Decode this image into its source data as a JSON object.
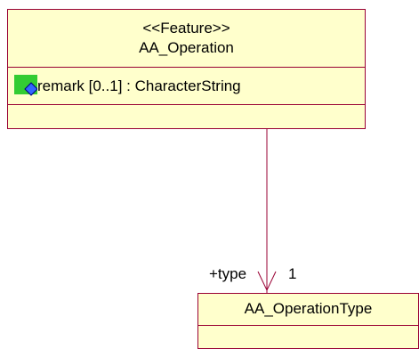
{
  "diagram": {
    "classes": [
      {
        "id": "feature",
        "stereotype": "<<Feature>>",
        "name": "AA_Operation",
        "attributes": [
          {
            "text": "remark [0..1] : CharacterString",
            "icon": "attribute-icon"
          }
        ]
      },
      {
        "id": "type",
        "name": "AA_OperationType",
        "attributes": []
      }
    ],
    "association": {
      "role": "+type",
      "multiplicity": "1",
      "from": "AA_Operation",
      "to": "AA_OperationType",
      "navigable_arrow": true
    },
    "colors": {
      "class_fill": "#ffffcc",
      "class_border": "#990033",
      "attribute_icon_green": "#33cc33",
      "attribute_icon_blue": "#3366ff"
    }
  }
}
